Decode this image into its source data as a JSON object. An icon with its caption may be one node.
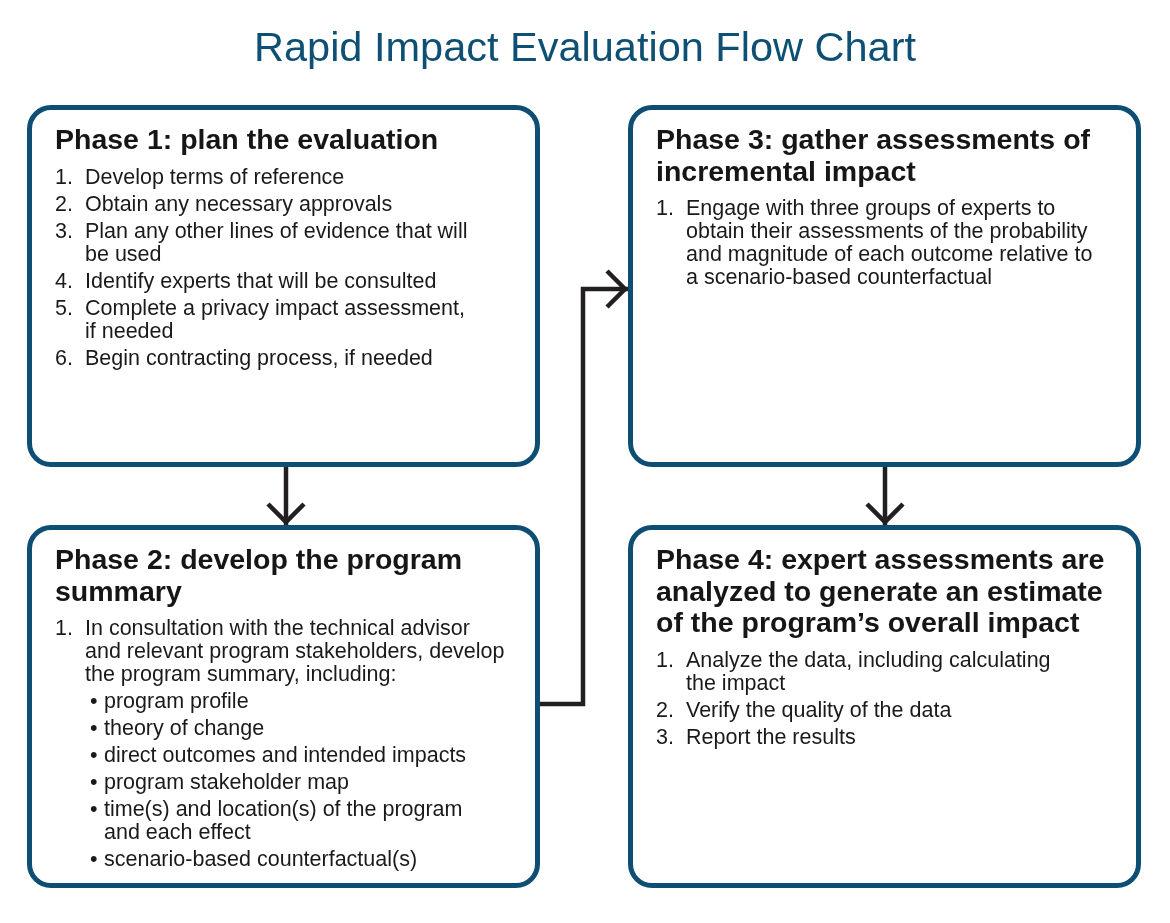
{
  "diagram": {
    "title": "Rapid Impact Evaluation Flow Chart",
    "nodes": [
      {
        "text": [
          "Phase 1: plan the evaluation",
          "1. Develop terms of reference",
          "2. Obtain any necessary approvals",
          "3. Plan any other lines of evidence that will be used",
          "4. Identify experts that will be consulted",
          "5. Complete a privacy impact assessment, if needed",
          "6. Begin contracting process, if needed"
        ]
      },
      {
        "text": [
          "Phase 2: develop the program summary",
          "1. In consultation with the technical advisor and relevant program stakeholders, develop the program summary, including:",
          "• program profile",
          "• theory of change",
          "• direct outcomes and intended impacts",
          "• program stakeholder map",
          "• time(s) and location(s) of the program and each effect",
          "• scenario-based counterfactual(s)"
        ]
      },
      {
        "text": [
          "Phase 3: gather assessments of incremental impact",
          "1. Engage with three groups of experts to obtain their assessments of the probability and magnitude of each outcome relative to a scenario-based counterfactual"
        ]
      },
      {
        "text": [
          "Phase 4: expert assessments are analyzed to generate an estimate of the program’s overall impact",
          "1. Analyze the data, including calculating the impact",
          "2. Verify the quality of the data",
          "3. Report the results"
        ]
      }
    ],
    "edges": [
      {
        "from": 0,
        "to": 1,
        "arrow": "to"
      },
      {
        "from": 1,
        "to": 2,
        "arrow": "to"
      },
      {
        "from": 2,
        "to": 3,
        "arrow": "to"
      }
    ]
  }
}
